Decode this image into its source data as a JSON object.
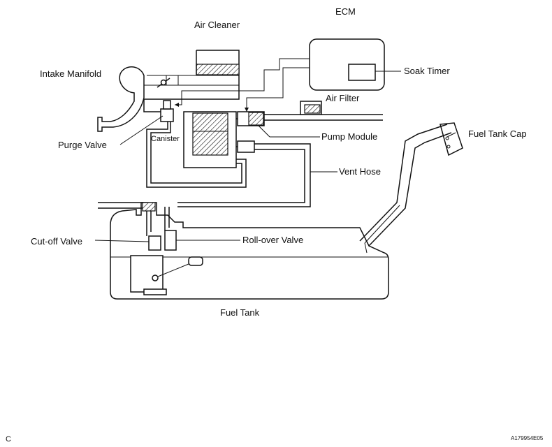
{
  "labels": {
    "ecm": "ECM",
    "air_cleaner": "Air Cleaner",
    "intake_manifold": "Intake Manifold",
    "soak_timer": "Soak Timer",
    "air_filter": "Air Filter",
    "purge_valve": "Purge Valve",
    "canister": "Canister",
    "pump_module": "Pump Module",
    "fuel_tank_cap": "Fuel Tank Cap",
    "vent_hose": "Vent Hose",
    "cutoff_valve": "Cut-off Valve",
    "rollover_valve": "Roll-over Valve",
    "fuel_tank": "Fuel Tank"
  },
  "corner_mark": "C",
  "figure_code": "A179954E05"
}
